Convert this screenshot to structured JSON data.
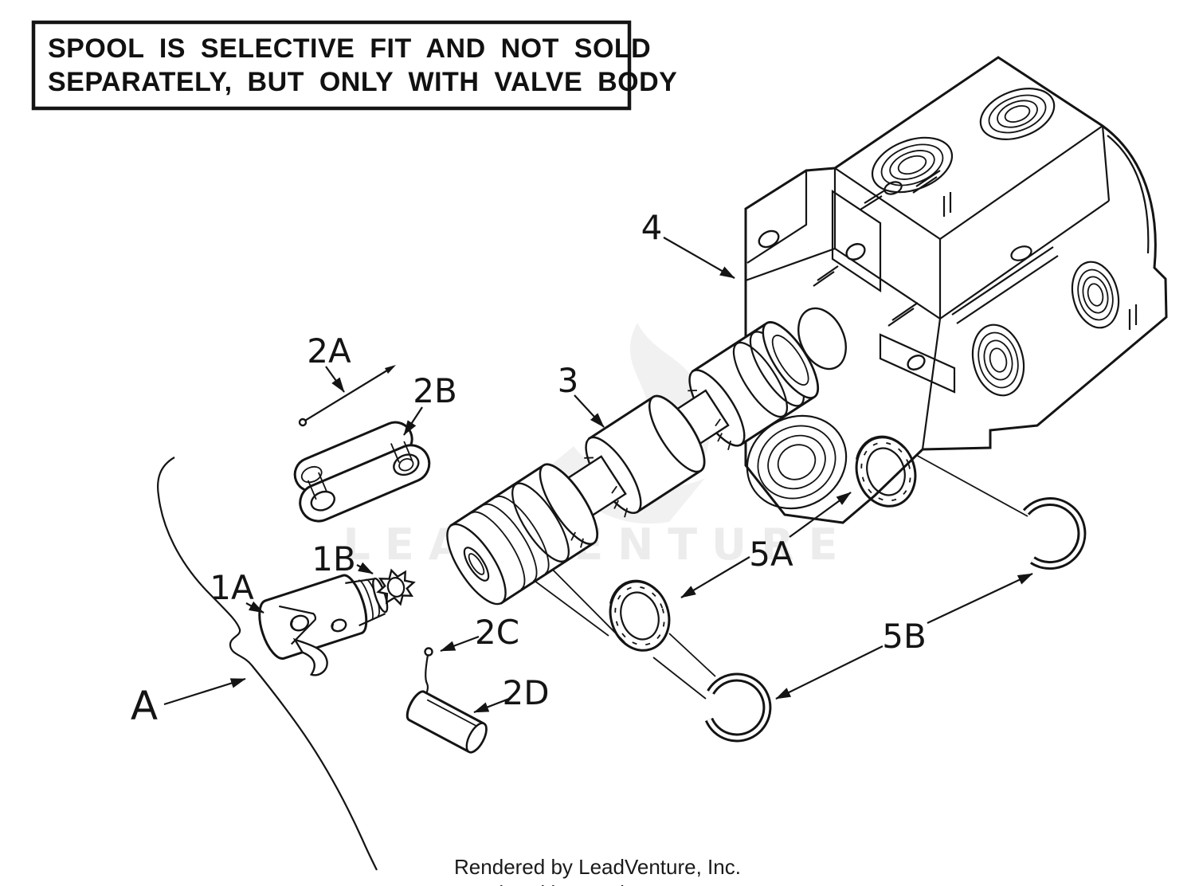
{
  "note": {
    "line1": "SPOOL IS SELECTIVE FIT AND NOT SOLD",
    "line2": "SEPARATELY, BUT ONLY WITH VALVE BODY"
  },
  "part_labels": {
    "valve_body": "4",
    "spool": "3",
    "pin_2a": "2A",
    "link_2b": "2B",
    "clevis_1a": "1A",
    "washer_1b": "1B",
    "cotter_2c": "2C",
    "pin_2d": "2D",
    "cable_a": "A",
    "oring_5a": "5A",
    "snapring_5b": "5B"
  },
  "watermark": {
    "text": "LEADVENTURE"
  },
  "footer": {
    "text": "Rendered by LeadVenture, Inc."
  },
  "colors": {
    "ink": "#141414",
    "paper": "#ffffff",
    "watermark": "#ececec"
  }
}
